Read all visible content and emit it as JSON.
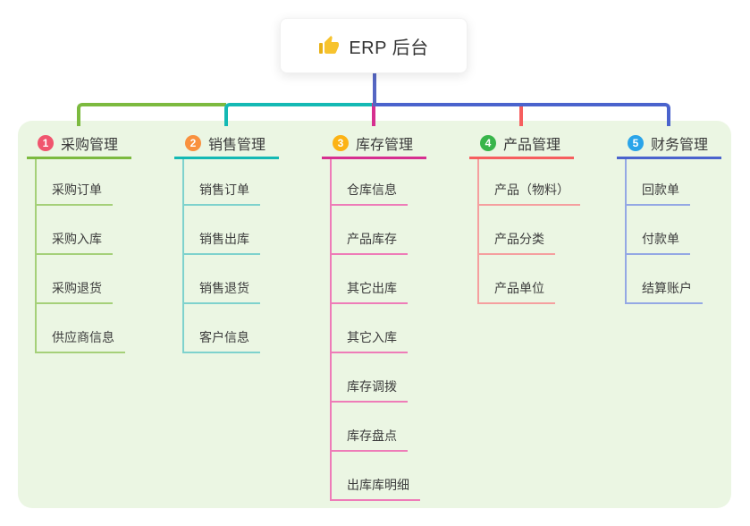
{
  "root": {
    "label": "ERP 后台",
    "icon": "thumbs-up-icon",
    "line_color": "#5566c3"
  },
  "canvas": {
    "background": "#ffffff",
    "panel_color": "#ebf6e3"
  },
  "branches": [
    {
      "index": "1",
      "label": "采购管理",
      "badge_color": "#f0556e",
      "line_color": "#7cba3f",
      "child_line_color": "#a5d079",
      "children": [
        "采购订单",
        "采购入库",
        "采购退货",
        "供应商信息"
      ]
    },
    {
      "index": "2",
      "label": "销售管理",
      "badge_color": "#f9913f",
      "line_color": "#14b9b4",
      "child_line_color": "#7ed2cd",
      "children": [
        "销售订单",
        "销售出库",
        "销售退货",
        "客户信息"
      ]
    },
    {
      "index": "3",
      "label": "库存管理",
      "badge_color": "#fcb315",
      "line_color": "#d62f90",
      "child_line_color": "#ee7cb8",
      "children": [
        "仓库信息",
        "产品库存",
        "其它出库",
        "其它入库",
        "库存调拨",
        "库存盘点",
        "出库库明细"
      ]
    },
    {
      "index": "4",
      "label": "产品管理",
      "badge_color": "#38b54a",
      "line_color": "#f65e5e",
      "child_line_color": "#f59f9f",
      "children": [
        "产品（物料）",
        "产品分类",
        "产品单位"
      ]
    },
    {
      "index": "5",
      "label": "财务管理",
      "badge_color": "#2aa4e9",
      "line_color": "#4a63cd",
      "child_line_color": "#94a8e4",
      "children": [
        "回款单",
        "付款单",
        "结算账户"
      ]
    }
  ]
}
